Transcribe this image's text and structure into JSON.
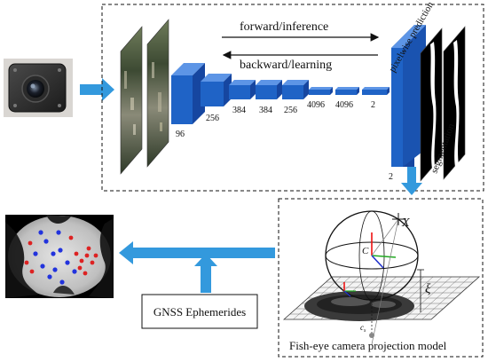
{
  "labels": {
    "forward": "forward/inference",
    "backward": "backward/learning",
    "pixelwise": "pixelwise prediction",
    "segmentation": "segmentation",
    "ephemerides": "GNSS Ephemerides",
    "projection_model": "Fish-eye camera projection model",
    "symbol_x": "X",
    "symbol_c": "C",
    "symbol_xi": "ξ",
    "symbol_cs": "c",
    "symbol_cs_sub": "s"
  },
  "layers": [
    "96",
    "256",
    "384",
    "384",
    "256",
    "4096",
    "4096",
    "2"
  ],
  "output_layer": "2",
  "colors": {
    "arrow_blue": "#3399dd",
    "layer_front": "#1f63c6",
    "layer_side": "#1646a0",
    "layer_top": "#5d95e6"
  }
}
